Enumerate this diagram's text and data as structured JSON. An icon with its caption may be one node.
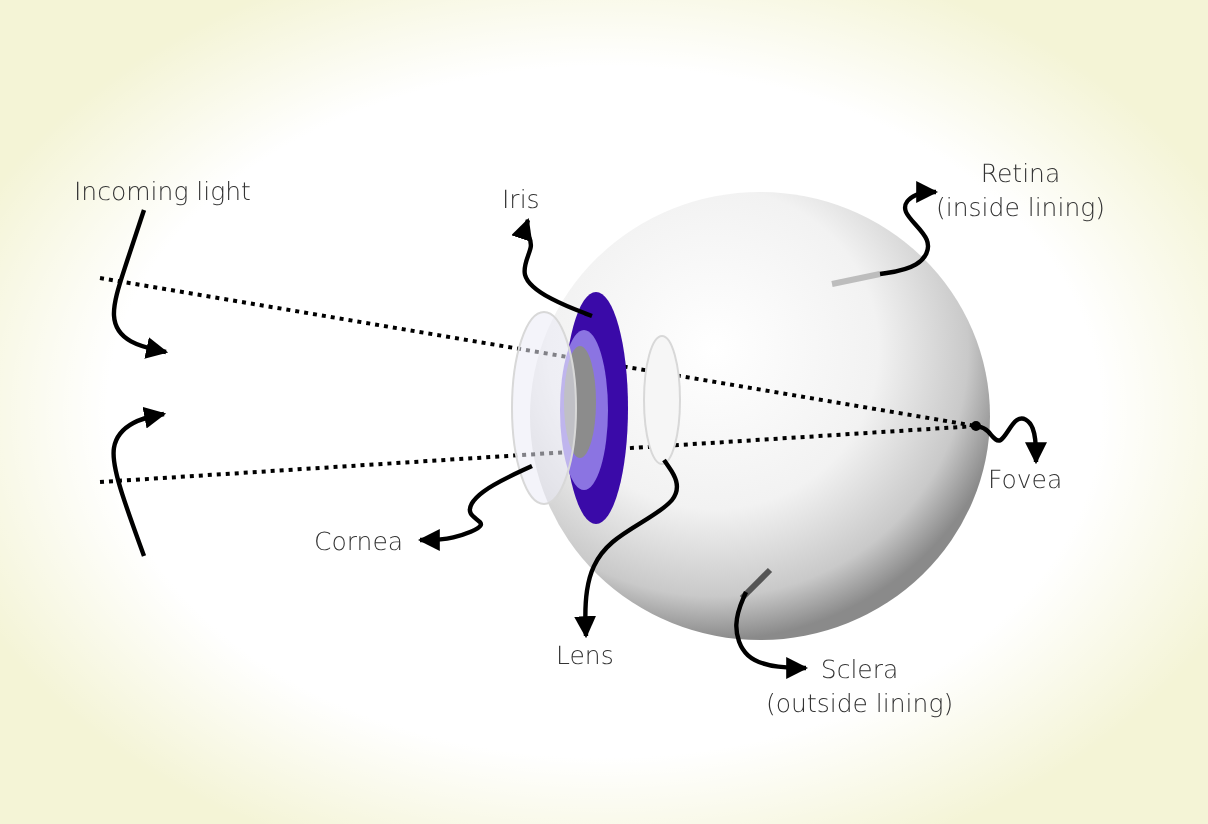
{
  "diagram": {
    "nodes": [
      {
        "text": [
          "Incoming light"
        ]
      },
      {
        "text": [
          "Iris"
        ]
      },
      {
        "text": [
          "Retina",
          "(inside lining)"
        ]
      },
      {
        "text": [
          "Fovea"
        ]
      },
      {
        "text": [
          "Cornea"
        ]
      },
      {
        "text": [
          "Lens"
        ]
      },
      {
        "text": [
          "Sclera",
          "(outside lining)"
        ]
      },
      {
        "text": [],
        "shape": "ellipse"
      },
      {
        "text": [],
        "shape": "bar"
      },
      {
        "text": [],
        "shape": "ellipse"
      },
      {
        "text": [],
        "shape": "ellipse"
      },
      {
        "text": [],
        "shape": "bar"
      },
      {
        "text": [],
        "shape": "circle"
      }
    ],
    "edges": [
      {
        "from": 0,
        "to": null,
        "arrow": "to"
      },
      {
        "from": 7,
        "to": 1,
        "arrow": "to"
      },
      {
        "from": 8,
        "to": 2,
        "arrow": "to"
      },
      {
        "from": 12,
        "to": 3,
        "arrow": "to"
      },
      {
        "from": 9,
        "to": 4,
        "arrow": "to"
      },
      {
        "from": 10,
        "to": 5,
        "arrow": "to"
      },
      {
        "from": 11,
        "to": 6,
        "arrow": "to"
      }
    ]
  }
}
